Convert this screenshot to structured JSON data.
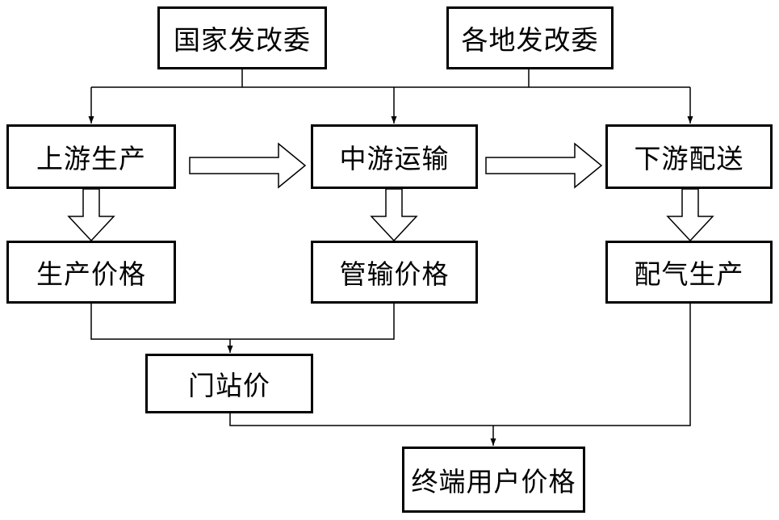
{
  "diagram": {
    "nodes": {
      "ndrc": "国家发改委",
      "local_drc": "各地发改委",
      "upstream": "上游生产",
      "midstream": "中游运输",
      "downstream": "下游配送",
      "production_price": "生产价格",
      "pipeline_price": "管输价格",
      "distribution": "配气生产",
      "city_gate_price": "门站价",
      "end_user_price": "终端用户价格"
    },
    "colors": {
      "line": "#000000",
      "background": "#ffffff",
      "text": "#000000"
    }
  }
}
